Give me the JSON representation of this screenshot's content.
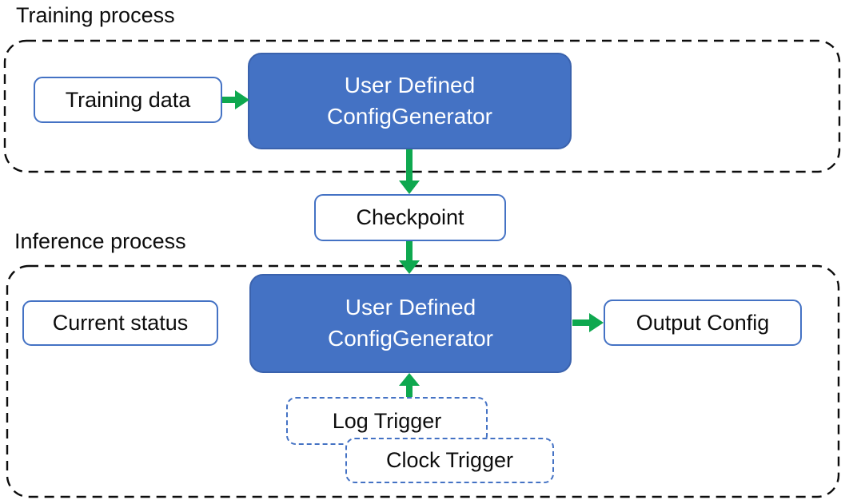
{
  "titles": {
    "training": "Training process",
    "inference": "Inference process"
  },
  "nodes": {
    "training_data": "Training data",
    "generator_top": {
      "line1": "User Defined",
      "line2": "ConfigGenerator"
    },
    "checkpoint": "Checkpoint",
    "current_status": "Current status",
    "generator_bottom": {
      "line1": "User Defined",
      "line2": "ConfigGenerator"
    },
    "output_config": "Output Config",
    "log_trigger": "Log Trigger",
    "clock_trigger": "Clock Trigger"
  },
  "colors": {
    "generator_fill": "#4472C4",
    "generator_border": "#3A62AD",
    "light_box_border": "#4472C4",
    "trigger_dashed_border": "#4472C4",
    "container_dashed_border": "#0D0D0D",
    "arrow_green": "#0EA84F",
    "text_dark": "#0D0D0D",
    "text_on_blue": "#FFFFFF",
    "background": "#FFFFFF"
  }
}
